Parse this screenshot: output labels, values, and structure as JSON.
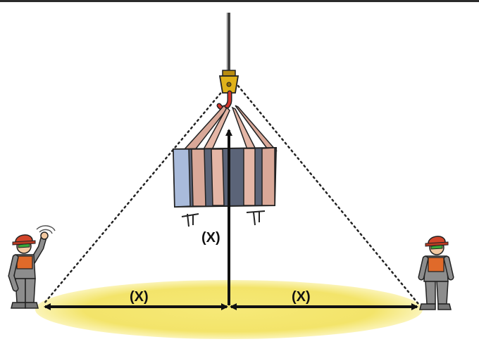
{
  "diagram": {
    "labels": {
      "vertical_distance": "(X)",
      "left_distance": "(X)",
      "right_distance": "(X)"
    },
    "colors": {
      "zone_fill": "#f3e46a",
      "zone_glow": "#fbf4b8",
      "load_blue": "#8fa4c8",
      "load_dark": "#5b6478",
      "sling_pink": "#d9a898",
      "hook_yellow": "#e0b21a",
      "hook_red": "#d2332a",
      "worker_helmet": "#d2452a",
      "worker_suit": "#8d8d8d",
      "worker_vest": "#e06a2a",
      "arrow_black": "#111111"
    },
    "icons": [
      "crane-hook-icon",
      "load-icon",
      "worker-left-icon",
      "worker-right-icon"
    ]
  }
}
